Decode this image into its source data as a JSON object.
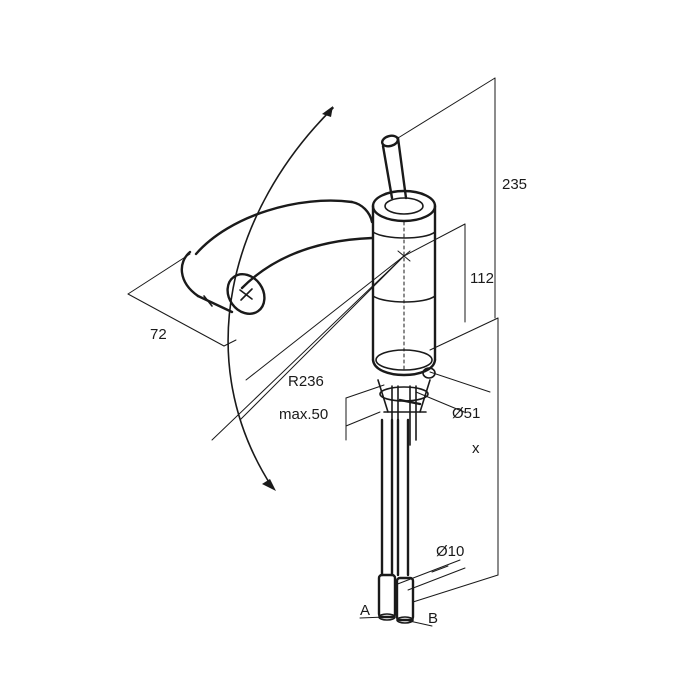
{
  "dimensions": {
    "height_total": "235",
    "body_height": "112",
    "spout_reach": "72",
    "swivel_radius": "R236",
    "mounting_thickness": "max.50",
    "body_diameter": "Ø51",
    "variable_length": "x",
    "hose_diameter": "Ø10"
  },
  "connections": {
    "a": "A",
    "b": "B"
  },
  "colors": {
    "line": "#1a1a1a",
    "background": "#ffffff"
  }
}
